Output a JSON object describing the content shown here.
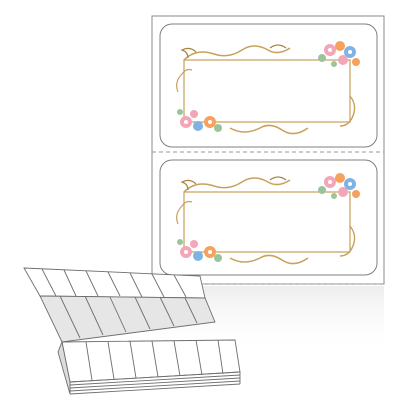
{
  "product": {
    "type": "fanfold-label-sheet",
    "labels_per_sheet": 2,
    "label_style": "floral-gold-frame",
    "colors": {
      "sheet_border": "#8a8a8a",
      "label_border": "#7f7f7f",
      "perforation": "#9a9a9a",
      "gold": "#c8a15b",
      "gold_dark": "#a8843f",
      "flower_pink": "#f2a6b8",
      "flower_orange": "#f4a25d",
      "flower_blue": "#7fb3e6",
      "leaf_green": "#9bc49b",
      "stack_stroke": "#6f6f6f",
      "stack_fill": "#f3f3f3"
    }
  }
}
